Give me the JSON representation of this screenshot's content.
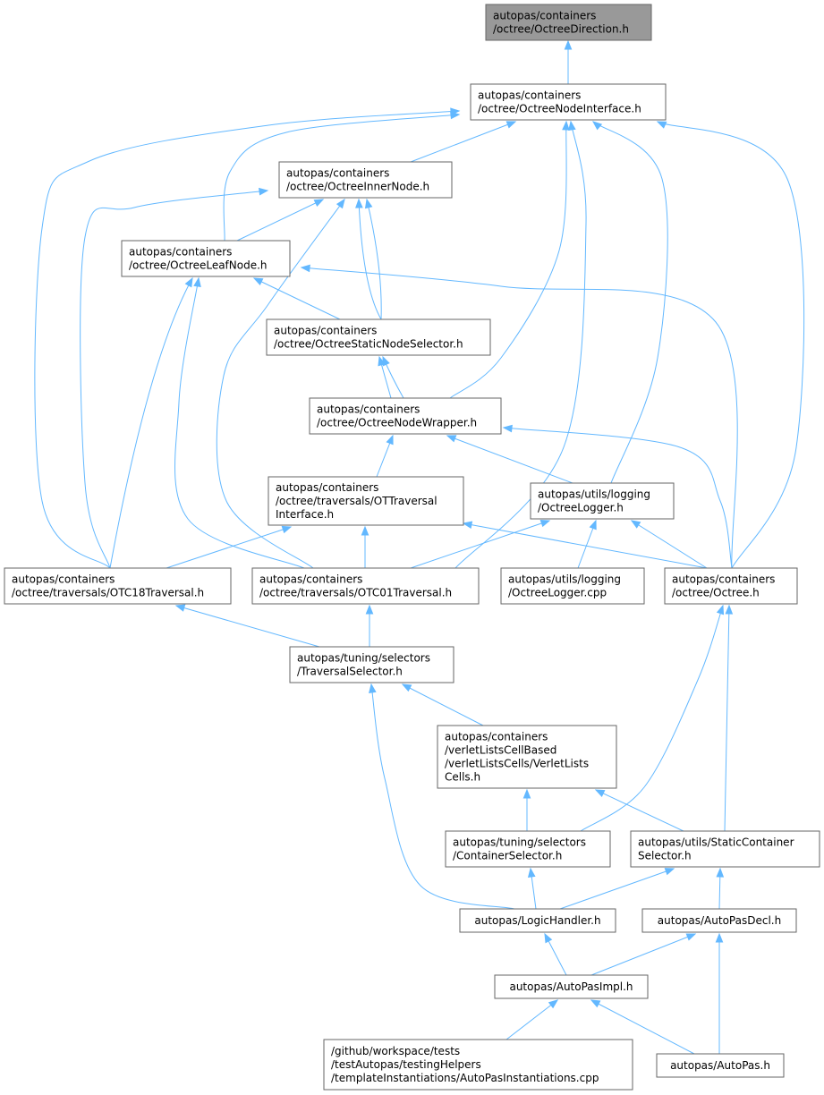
{
  "nodes": {
    "octree_direction": [
      "autopas/containers",
      "/octree/OctreeDirection.h"
    ],
    "octree_node_interface": [
      "autopas/containers",
      "/octree/OctreeNodeInterface.h"
    ],
    "octree_inner_node": [
      "autopas/containers",
      "/octree/OctreeInnerNode.h"
    ],
    "octree_leaf_node": [
      "autopas/containers",
      "/octree/OctreeLeafNode.h"
    ],
    "octree_static_node_selector": [
      "autopas/containers",
      "/octree/OctreeStaticNodeSelector.h"
    ],
    "octree_node_wrapper": [
      "autopas/containers",
      "/octree/OctreeNodeWrapper.h"
    ],
    "ot_traversal_interface": [
      "autopas/containers",
      "/octree/traversals/OTTraversal",
      "Interface.h"
    ],
    "octree_logger_h": [
      "autopas/utils/logging",
      "/OctreeLogger.h"
    ],
    "otc18_traversal": [
      "autopas/containers",
      "/octree/traversals/OTC18Traversal.h"
    ],
    "otc01_traversal": [
      "autopas/containers",
      "/octree/traversals/OTC01Traversal.h"
    ],
    "octree_logger_cpp": [
      "autopas/utils/logging",
      "/OctreeLogger.cpp"
    ],
    "octree_h": [
      "autopas/containers",
      "/octree/Octree.h"
    ],
    "traversal_selector": [
      "autopas/tuning/selectors",
      "/TraversalSelector.h"
    ],
    "verlet_lists_cells": [
      "autopas/containers",
      "/verletListsCellBased",
      "/verletListsCells/VerletLists",
      "Cells.h"
    ],
    "container_selector": [
      "autopas/tuning/selectors",
      "/ContainerSelector.h"
    ],
    "static_container_selector": [
      "autopas/utils/StaticContainer",
      "Selector.h"
    ],
    "logic_handler": [
      "autopas/LogicHandler.h"
    ],
    "autopas_decl": [
      "autopas/AutoPasDecl.h"
    ],
    "autopas_impl": [
      "autopas/AutoPasImpl.h"
    ],
    "autopas_instantiations": [
      "/github/workspace/tests",
      "/testAutopas/testingHelpers",
      "/templateInstantiations/AutoPasInstantiations.cpp"
    ],
    "autopas_h": [
      "autopas/AutoPas.h"
    ]
  },
  "colors": {
    "edge": "#63b8ff",
    "node_border": "#666666",
    "current_node_fill": "#999999",
    "node_fill": "#ffffff"
  }
}
